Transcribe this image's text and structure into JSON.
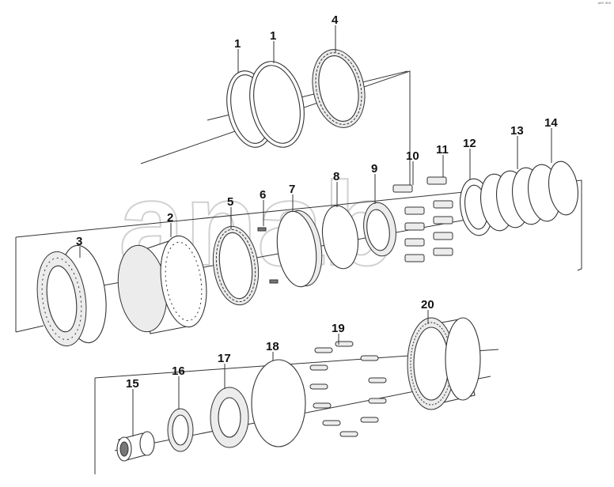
{
  "corner_mark": "ᵃ⁰⁰ ⁰⁰⁰",
  "watermark": "anab",
  "parts": [
    {
      "id": "p1a",
      "label": "1"
    },
    {
      "id": "p1b",
      "label": "1"
    },
    {
      "id": "p4",
      "label": "4"
    },
    {
      "id": "p2",
      "label": "2"
    },
    {
      "id": "p3",
      "label": "3"
    },
    {
      "id": "p5",
      "label": "5"
    },
    {
      "id": "p6",
      "label": "6"
    },
    {
      "id": "p7",
      "label": "7"
    },
    {
      "id": "p8",
      "label": "8"
    },
    {
      "id": "p9",
      "label": "9"
    },
    {
      "id": "p10",
      "label": "10"
    },
    {
      "id": "p11",
      "label": "11"
    },
    {
      "id": "p12",
      "label": "12"
    },
    {
      "id": "p13",
      "label": "13"
    },
    {
      "id": "p14",
      "label": "14"
    },
    {
      "id": "p15",
      "label": "15"
    },
    {
      "id": "p16",
      "label": "16"
    },
    {
      "id": "p17",
      "label": "17"
    },
    {
      "id": "p18",
      "label": "18"
    },
    {
      "id": "p19",
      "label": "19"
    },
    {
      "id": "p20",
      "label": "20"
    }
  ]
}
